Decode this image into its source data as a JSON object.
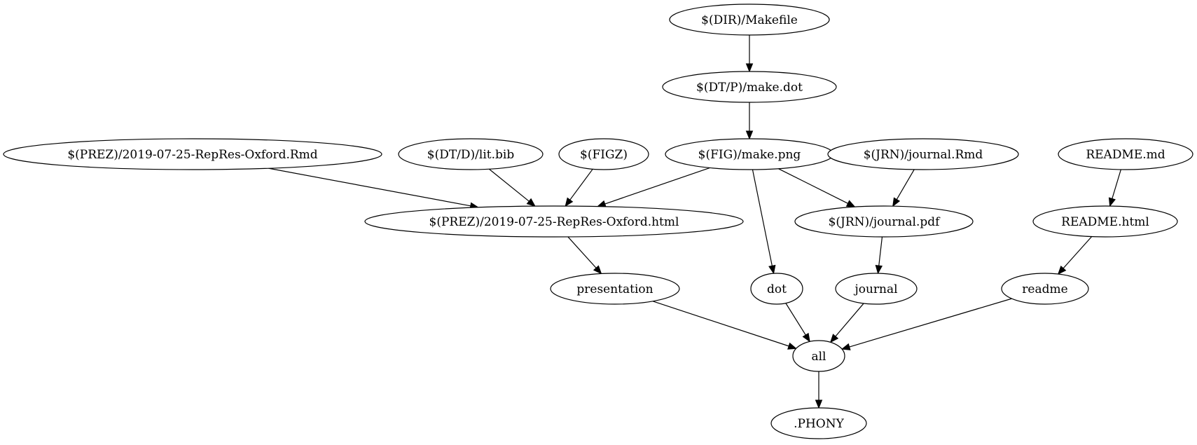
{
  "diagram": {
    "nodes": [
      {
        "id": "dir_makefile",
        "label": "$(DIR)/Makefile"
      },
      {
        "id": "make_dot",
        "label": "$(DT/P)/make.dot"
      },
      {
        "id": "prez_rmd",
        "label": "$(PREZ)/2019-07-25-RepRes-Oxford.Rmd"
      },
      {
        "id": "lit_bib",
        "label": "$(DT/D)/lit.bib"
      },
      {
        "id": "figz",
        "label": "$(FIGZ)"
      },
      {
        "id": "make_png",
        "label": "$(FIG)/make.png"
      },
      {
        "id": "journal_rmd",
        "label": "$(JRN)/journal.Rmd"
      },
      {
        "id": "readme_md",
        "label": "README.md"
      },
      {
        "id": "prez_html",
        "label": "$(PREZ)/2019-07-25-RepRes-Oxford.html"
      },
      {
        "id": "journal_pdf",
        "label": "$(JRN)/journal.pdf"
      },
      {
        "id": "readme_html",
        "label": "README.html"
      },
      {
        "id": "presentation",
        "label": "presentation"
      },
      {
        "id": "dot",
        "label": "dot"
      },
      {
        "id": "journal",
        "label": "journal"
      },
      {
        "id": "readme",
        "label": "readme"
      },
      {
        "id": "all",
        "label": "all"
      },
      {
        "id": "phony",
        "label": ".PHONY"
      }
    ],
    "edges": [
      {
        "from": "dir_makefile",
        "to": "make_dot"
      },
      {
        "from": "make_dot",
        "to": "make_png"
      },
      {
        "from": "prez_rmd",
        "to": "prez_html"
      },
      {
        "from": "lit_bib",
        "to": "prez_html"
      },
      {
        "from": "figz",
        "to": "prez_html"
      },
      {
        "from": "make_png",
        "to": "prez_html"
      },
      {
        "from": "make_png",
        "to": "dot"
      },
      {
        "from": "make_png",
        "to": "journal_pdf"
      },
      {
        "from": "journal_rmd",
        "to": "journal_pdf"
      },
      {
        "from": "readme_md",
        "to": "readme_html"
      },
      {
        "from": "prez_html",
        "to": "presentation"
      },
      {
        "from": "journal_pdf",
        "to": "journal"
      },
      {
        "from": "readme_html",
        "to": "readme"
      },
      {
        "from": "presentation",
        "to": "all"
      },
      {
        "from": "dot",
        "to": "all"
      },
      {
        "from": "journal",
        "to": "all"
      },
      {
        "from": "readme",
        "to": "all"
      },
      {
        "from": "all",
        "to": "phony"
      }
    ]
  }
}
